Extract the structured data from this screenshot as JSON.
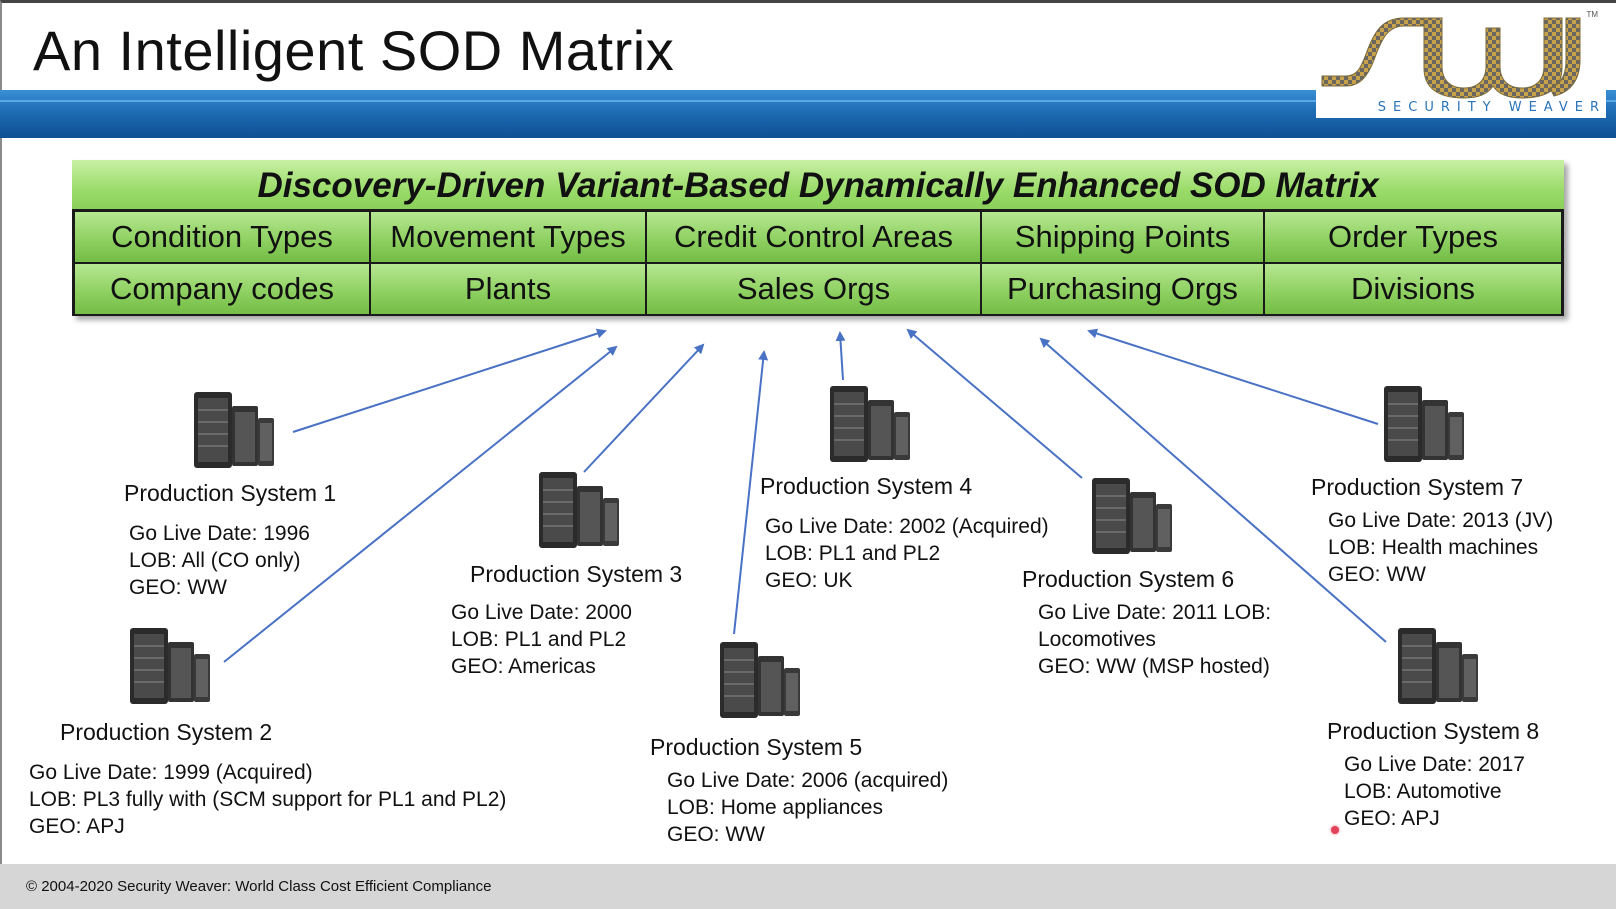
{
  "slide": {
    "title": "An Intelligent SOD Matrix"
  },
  "logo": {
    "text": "SECURITY WEAVER",
    "tm": "TM",
    "gold": "#c8a24a",
    "brand_blue": "#2a73b8"
  },
  "matrix": {
    "title": "Discovery-Driven Variant-Based Dynamically Enhanced SOD Matrix",
    "rows": [
      [
        "Condition Types",
        "Movement Types",
        "Credit Control Areas",
        "Shipping Points",
        "Order Types"
      ],
      [
        "Company codes",
        "Plants",
        "Sales Orgs",
        "Purchasing Orgs",
        "Divisions"
      ]
    ],
    "fill_color": "#8fd162"
  },
  "systems": [
    {
      "name": "Production System 1",
      "details": [
        "Go Live Date: 1996",
        "LOB: All (CO only)",
        "GEO: WW"
      ]
    },
    {
      "name": "Production System 2",
      "details": [
        "Go Live Date: 1999 (Acquired)",
        "LOB: PL3 fully with (SCM support for PL1 and PL2)",
        "GEO: APJ"
      ]
    },
    {
      "name": "Production System 3",
      "details": [
        "Go Live Date: 2000",
        "LOB: PL1 and PL2",
        "GEO: Americas"
      ]
    },
    {
      "name": "Production System 4",
      "details": [
        "Go Live Date: 2002 (Acquired)",
        "LOB: PL1 and  PL2",
        "GEO: UK"
      ]
    },
    {
      "name": "Production System 5",
      "details": [
        "Go Live Date: 2006 (acquired)",
        "LOB: Home appliances",
        "GEO: WW"
      ]
    },
    {
      "name": "Production System 6",
      "details": [
        "Go Live Date: 2011 LOB:",
        "Locomotives",
        "GEO: WW (MSP hosted)"
      ]
    },
    {
      "name": "Production System 7",
      "details": [
        "Go Live Date: 2013 (JV)",
        "LOB: Health machines",
        "GEO: WW"
      ]
    },
    {
      "name": "Production System 8",
      "details": [
        "Go Live Date: 2017",
        "LOB: Automotive",
        "GEO: APJ"
      ]
    }
  ],
  "footer": {
    "text": "© 2004-2020 Security Weaver: World Class Cost Efficient Compliance"
  },
  "colors": {
    "arrow": "#4a72c4",
    "header_band": "#1d6cb4"
  }
}
